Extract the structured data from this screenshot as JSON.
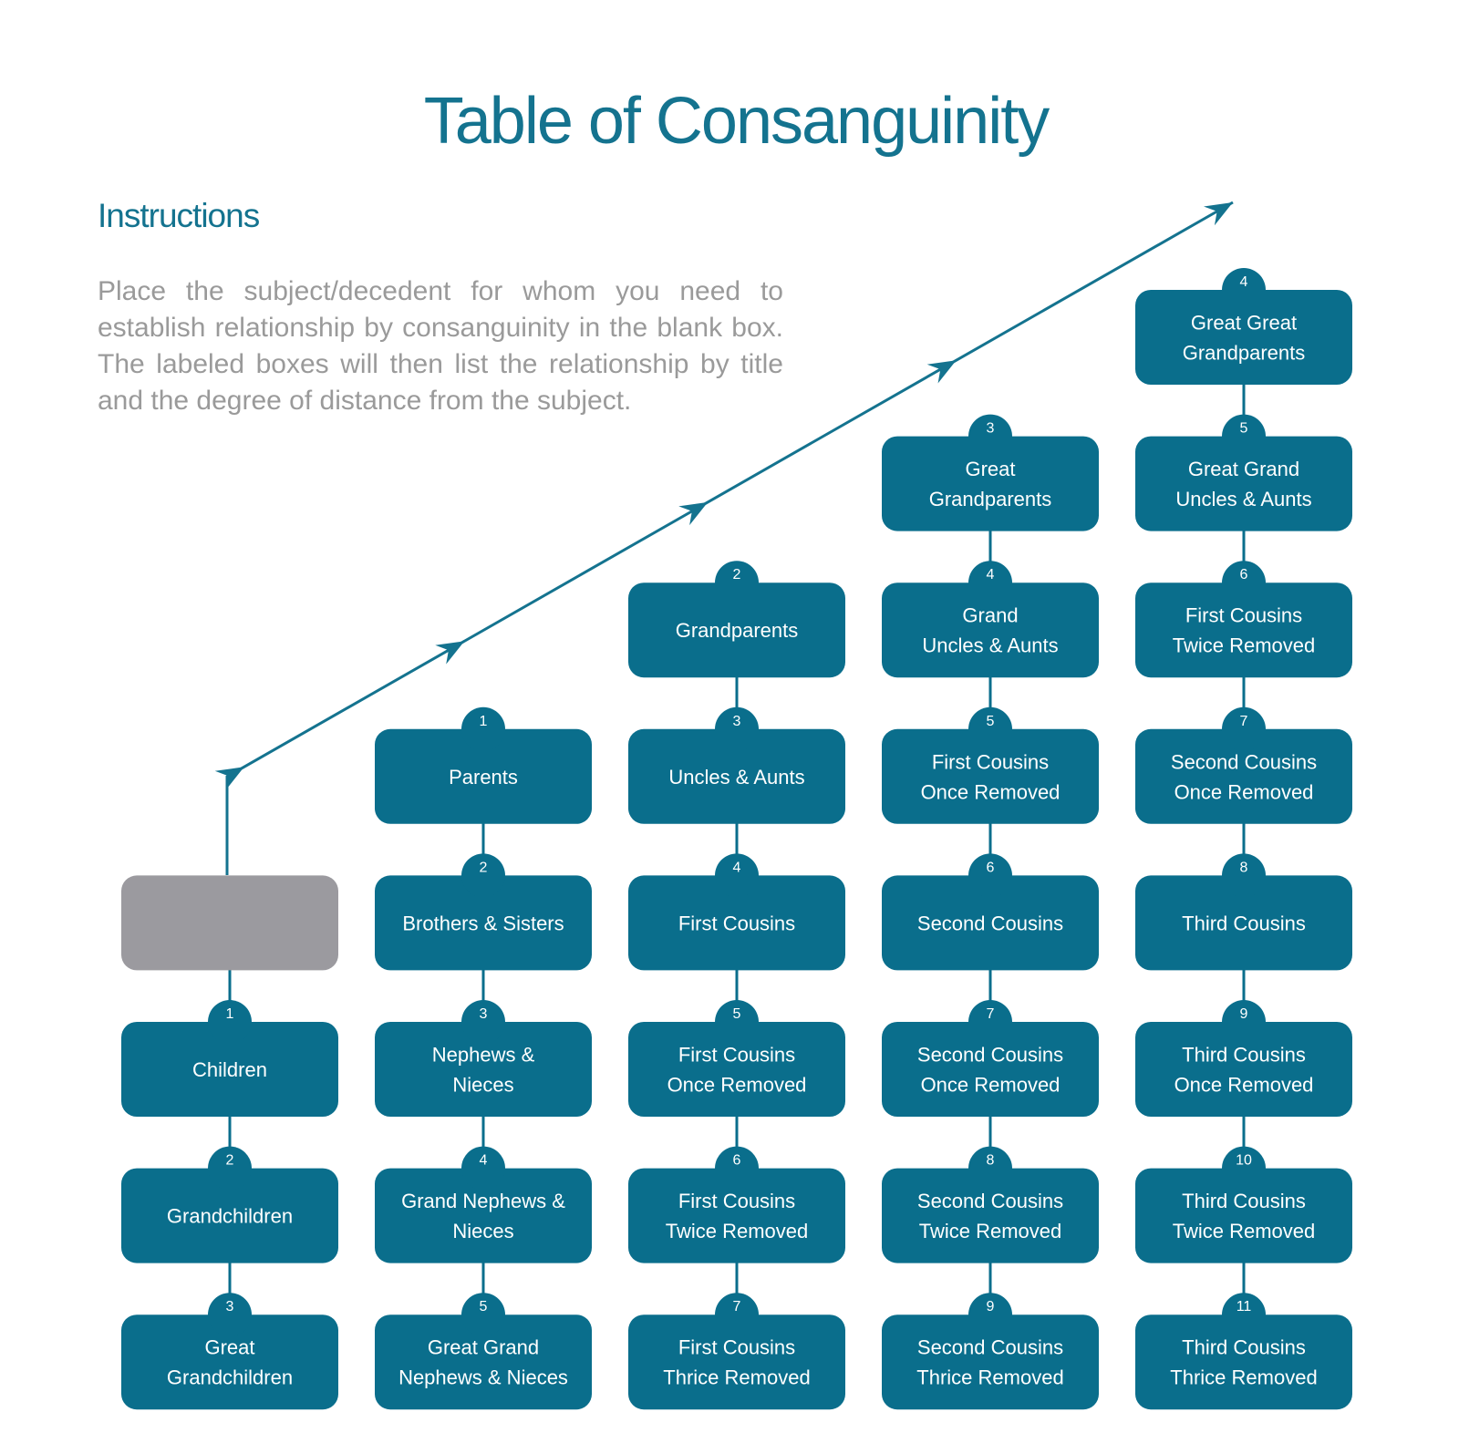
{
  "title": "Table of Consanguinity",
  "instructions": {
    "heading": "Instructions",
    "body": "Place the subject/decedent for whom you need to establish relationship by consanguinity in the blank box. The labeled boxes will then list the relationship by title and the degree of distance from the subject."
  },
  "colors": {
    "box": "#0a6e8c",
    "subject_box": "#9b9a9f",
    "title": "#14738f",
    "body_text": "#9a9a9a"
  },
  "columns": [
    {
      "nodes": [
        {
          "degree": "",
          "lines": [],
          "subject": true
        },
        {
          "degree": "1",
          "lines": [
            "Children"
          ]
        },
        {
          "degree": "2",
          "lines": [
            "Grandchildren"
          ]
        },
        {
          "degree": "3",
          "lines": [
            "Great",
            "Grandchildren"
          ]
        }
      ]
    },
    {
      "nodes": [
        {
          "degree": "1",
          "lines": [
            "Parents"
          ]
        },
        {
          "degree": "2",
          "lines": [
            "Brothers & Sisters"
          ]
        },
        {
          "degree": "3",
          "lines": [
            "Nephews &",
            "Nieces"
          ]
        },
        {
          "degree": "4",
          "lines": [
            "Grand Nephews &",
            "Nieces"
          ]
        },
        {
          "degree": "5",
          "lines": [
            "Great Grand",
            "Nephews & Nieces"
          ]
        }
      ]
    },
    {
      "nodes": [
        {
          "degree": "2",
          "lines": [
            "Grandparents"
          ]
        },
        {
          "degree": "3",
          "lines": [
            "Uncles & Aunts"
          ]
        },
        {
          "degree": "4",
          "lines": [
            "First Cousins"
          ]
        },
        {
          "degree": "5",
          "lines": [
            "First Cousins",
            "Once Removed"
          ]
        },
        {
          "degree": "6",
          "lines": [
            "First Cousins",
            "Twice Removed"
          ]
        },
        {
          "degree": "7",
          "lines": [
            "First Cousins",
            "Thrice Removed"
          ]
        }
      ]
    },
    {
      "nodes": [
        {
          "degree": "3",
          "lines": [
            "Great",
            "Grandparents"
          ]
        },
        {
          "degree": "4",
          "lines": [
            "Grand",
            "Uncles & Aunts"
          ]
        },
        {
          "degree": "5",
          "lines": [
            "First Cousins",
            "Once Removed"
          ]
        },
        {
          "degree": "6",
          "lines": [
            "Second Cousins"
          ]
        },
        {
          "degree": "7",
          "lines": [
            "Second Cousins",
            "Once Removed"
          ]
        },
        {
          "degree": "8",
          "lines": [
            "Second Cousins",
            "Twice Removed"
          ]
        },
        {
          "degree": "9",
          "lines": [
            "Second Cousins",
            "Thrice Removed"
          ]
        }
      ]
    },
    {
      "nodes": [
        {
          "degree": "4",
          "lines": [
            "Great Great",
            "Grandparents"
          ]
        },
        {
          "degree": "5",
          "lines": [
            "Great Grand",
            "Uncles & Aunts"
          ]
        },
        {
          "degree": "6",
          "lines": [
            "First Cousins",
            "Twice Removed"
          ]
        },
        {
          "degree": "7",
          "lines": [
            "Second Cousins",
            "Once Removed"
          ]
        },
        {
          "degree": "8",
          "lines": [
            "Third Cousins"
          ]
        },
        {
          "degree": "9",
          "lines": [
            "Third Cousins",
            "Once Removed"
          ]
        },
        {
          "degree": "10",
          "lines": [
            "Third Cousins",
            "Twice Removed"
          ]
        },
        {
          "degree": "11",
          "lines": [
            "Third Cousins",
            "Thrice Removed"
          ]
        }
      ]
    }
  ]
}
